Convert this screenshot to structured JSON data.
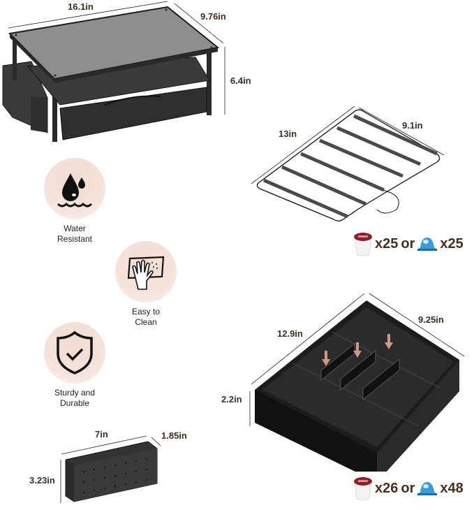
{
  "dimensions": {
    "stand": {
      "width": "16.1in",
      "depth": "9.76in",
      "height": "6.4in"
    },
    "rack": {
      "length": "13in",
      "width": "9.1in"
    },
    "drawer": {
      "length": "12.9in",
      "width": "9.25in",
      "height": "2.2in"
    },
    "side_basket": {
      "width": "7in",
      "depth": "1.85in",
      "height": "3.23in"
    }
  },
  "features": [
    {
      "icon": "water-drop-icon",
      "line1": "Water",
      "line2": "Resistant"
    },
    {
      "icon": "hand-wipe-icon",
      "line1": "Easy to",
      "line2": "Clean"
    },
    {
      "icon": "shield-check-icon",
      "line1": "Sturdy and",
      "line2": "Durable"
    }
  ],
  "capacity": {
    "rack": {
      "kcup_count": "x25",
      "separator": "or",
      "nespresso_count": "x25"
    },
    "drawer": {
      "kcup_count": "x26",
      "separator": "or",
      "nespresso_count": "x48"
    }
  },
  "colors": {
    "dimension_text": "#3f2f25",
    "capacity_text": "#4a2e22",
    "feature_circle": "#f2ded5",
    "product_black": "#2b2b2b",
    "top_panel": "#8a8a8a",
    "arrow_accent": "#c99a84"
  }
}
